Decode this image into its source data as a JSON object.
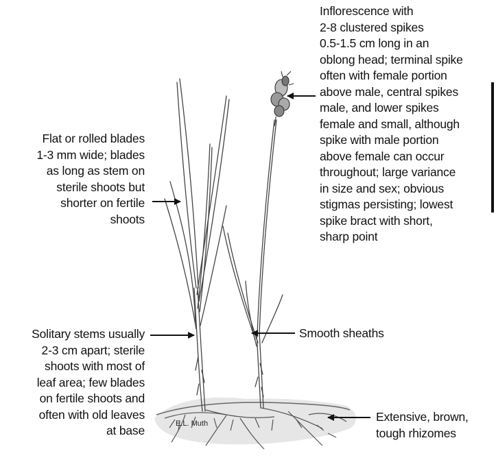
{
  "annotations": {
    "inflorescence": "Inflorescence with 2-8 clustered spikes 0.5-1.5 cm long in an oblong head; terminal spike often with female portion above male, central spikes male, and lower spikes female and small, although spike with male portion above female can occur throughout; large variance in size and sex; obvious stigmas persisting; lowest spike bract with short, sharp point",
    "inflorescence_lines": [
      "Inflorescence with",
      "2-8 clustered spikes",
      "0.5-1.5 cm long in an",
      "oblong head; terminal spike",
      "often with female portion",
      "above male, central spikes",
      "male, and lower spikes",
      "female and small, although",
      "spike with male portion",
      "above female can occur",
      "throughout; large variance",
      "in size and sex; obvious",
      "stigmas persisting; lowest",
      "spike bract with short,",
      "sharp point"
    ],
    "blades_lines": [
      "Flat or rolled blades",
      "1-3 mm wide; blades",
      "as long as stem on",
      "sterile shoots but",
      "shorter on fertile",
      "shoots"
    ],
    "sheaths": "Smooth sheaths",
    "stems_lines": [
      "Solitary stems usually",
      "2-3 cm apart; sterile",
      "shoots with most of",
      "leaf area; few blades",
      "on fertile shoots and",
      "often with old leaves",
      "at base"
    ],
    "rhizomes_lines": [
      "Extensive, brown,",
      "tough rhizomes"
    ]
  },
  "credit": "E.L. Muth"
}
